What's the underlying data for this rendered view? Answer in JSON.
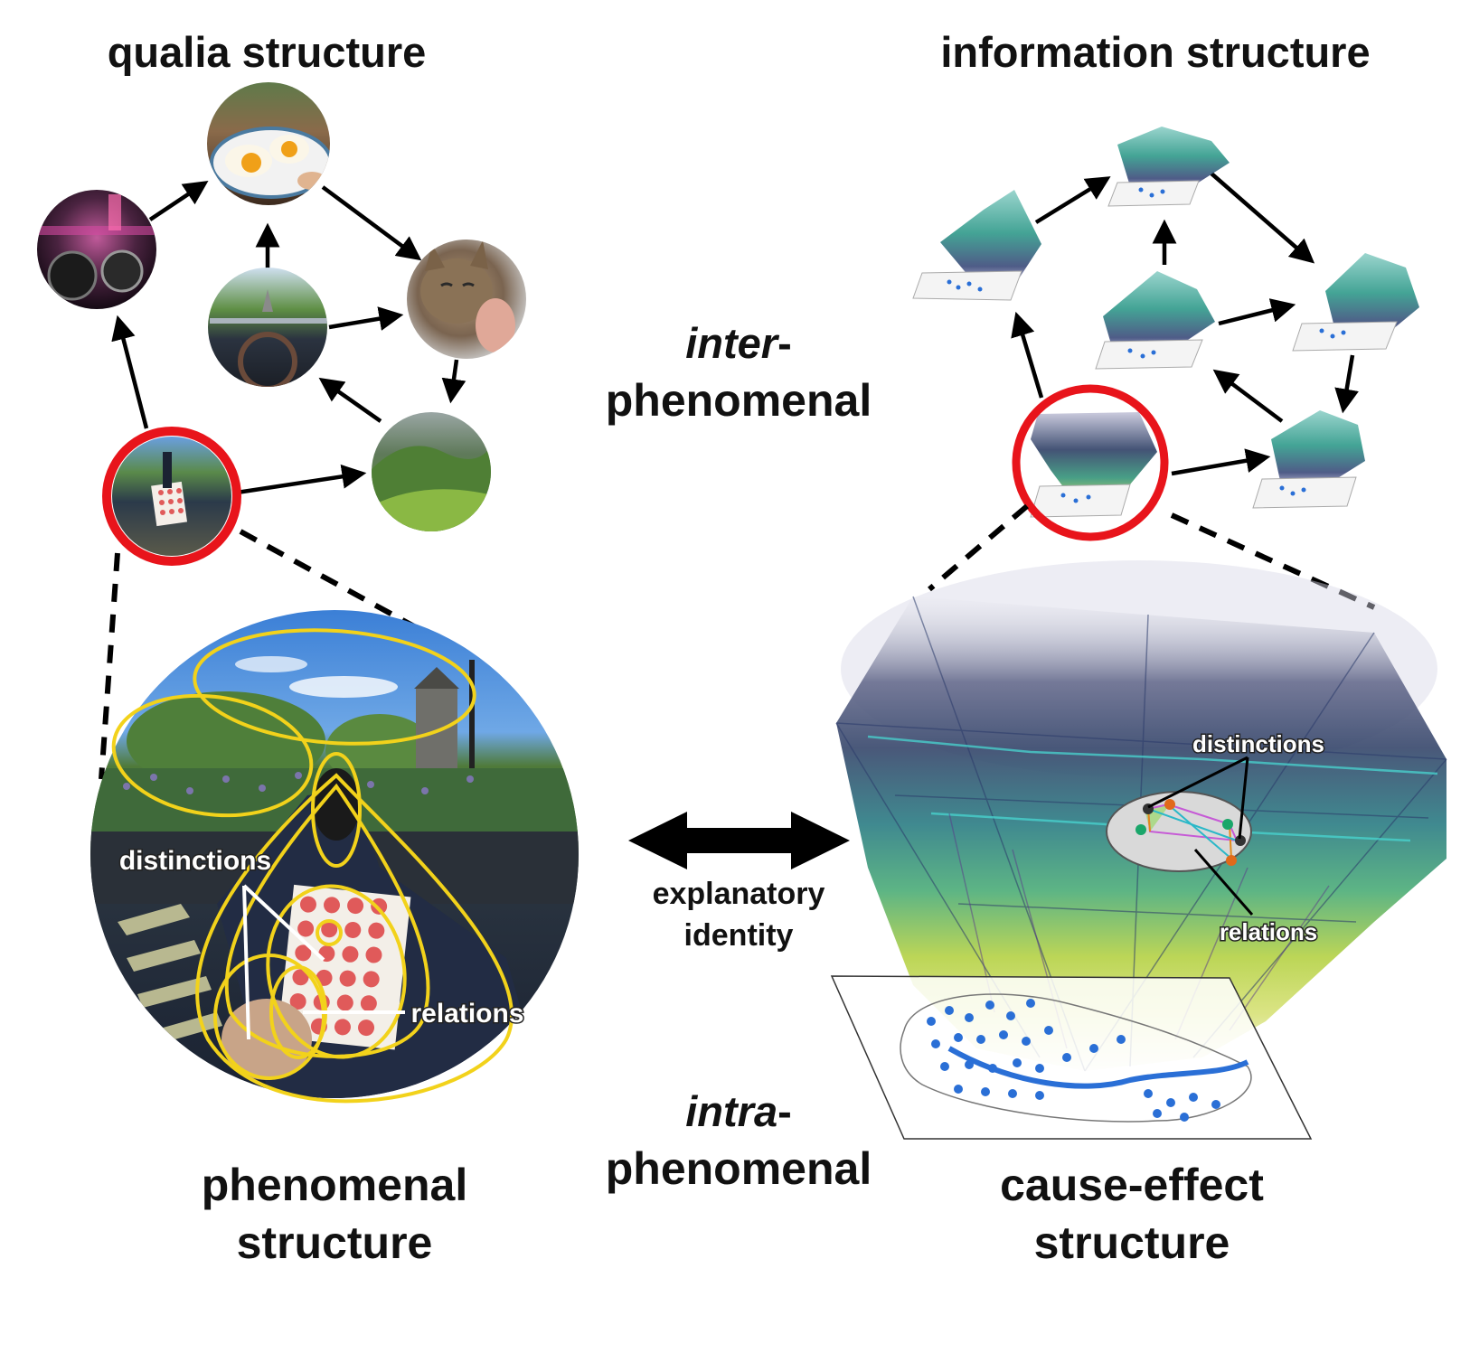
{
  "titles": {
    "qualia_structure": "qualia structure",
    "information_structure": "information structure",
    "phenomenal_structure_1": "phenomenal",
    "phenomenal_structure_2": "structure",
    "cause_effect_1": "cause-effect",
    "cause_effect_2": "structure"
  },
  "center": {
    "inter_prefix": "inter",
    "inter_suffix": "-",
    "inter_word": "phenomenal",
    "explanatory": "explanatory",
    "identity": "identity",
    "intra_prefix": "intra",
    "intra_suffix": "-",
    "intra_word": "phenomenal"
  },
  "annotations": {
    "left_distinctions": "distinctions",
    "left_relations": "relations",
    "right_distinctions": "distinctions",
    "right_relations": "relations"
  },
  "qualia_nodes": [
    "club-dj-scene",
    "fried-eggs-breakfast",
    "car-driving-road",
    "cat-face",
    "green-hills-landscape",
    "terrace-reading-book"
  ],
  "colors": {
    "highlight_ring": "#e8141b",
    "ellipse_outline": "#f2d21b",
    "arrow": "#000000",
    "ces_teal": "#2f8f8a",
    "ces_yellow": "#c8d63a",
    "ces_purple": "#3b3f6e",
    "neuron_blue": "#2a6fd6"
  }
}
